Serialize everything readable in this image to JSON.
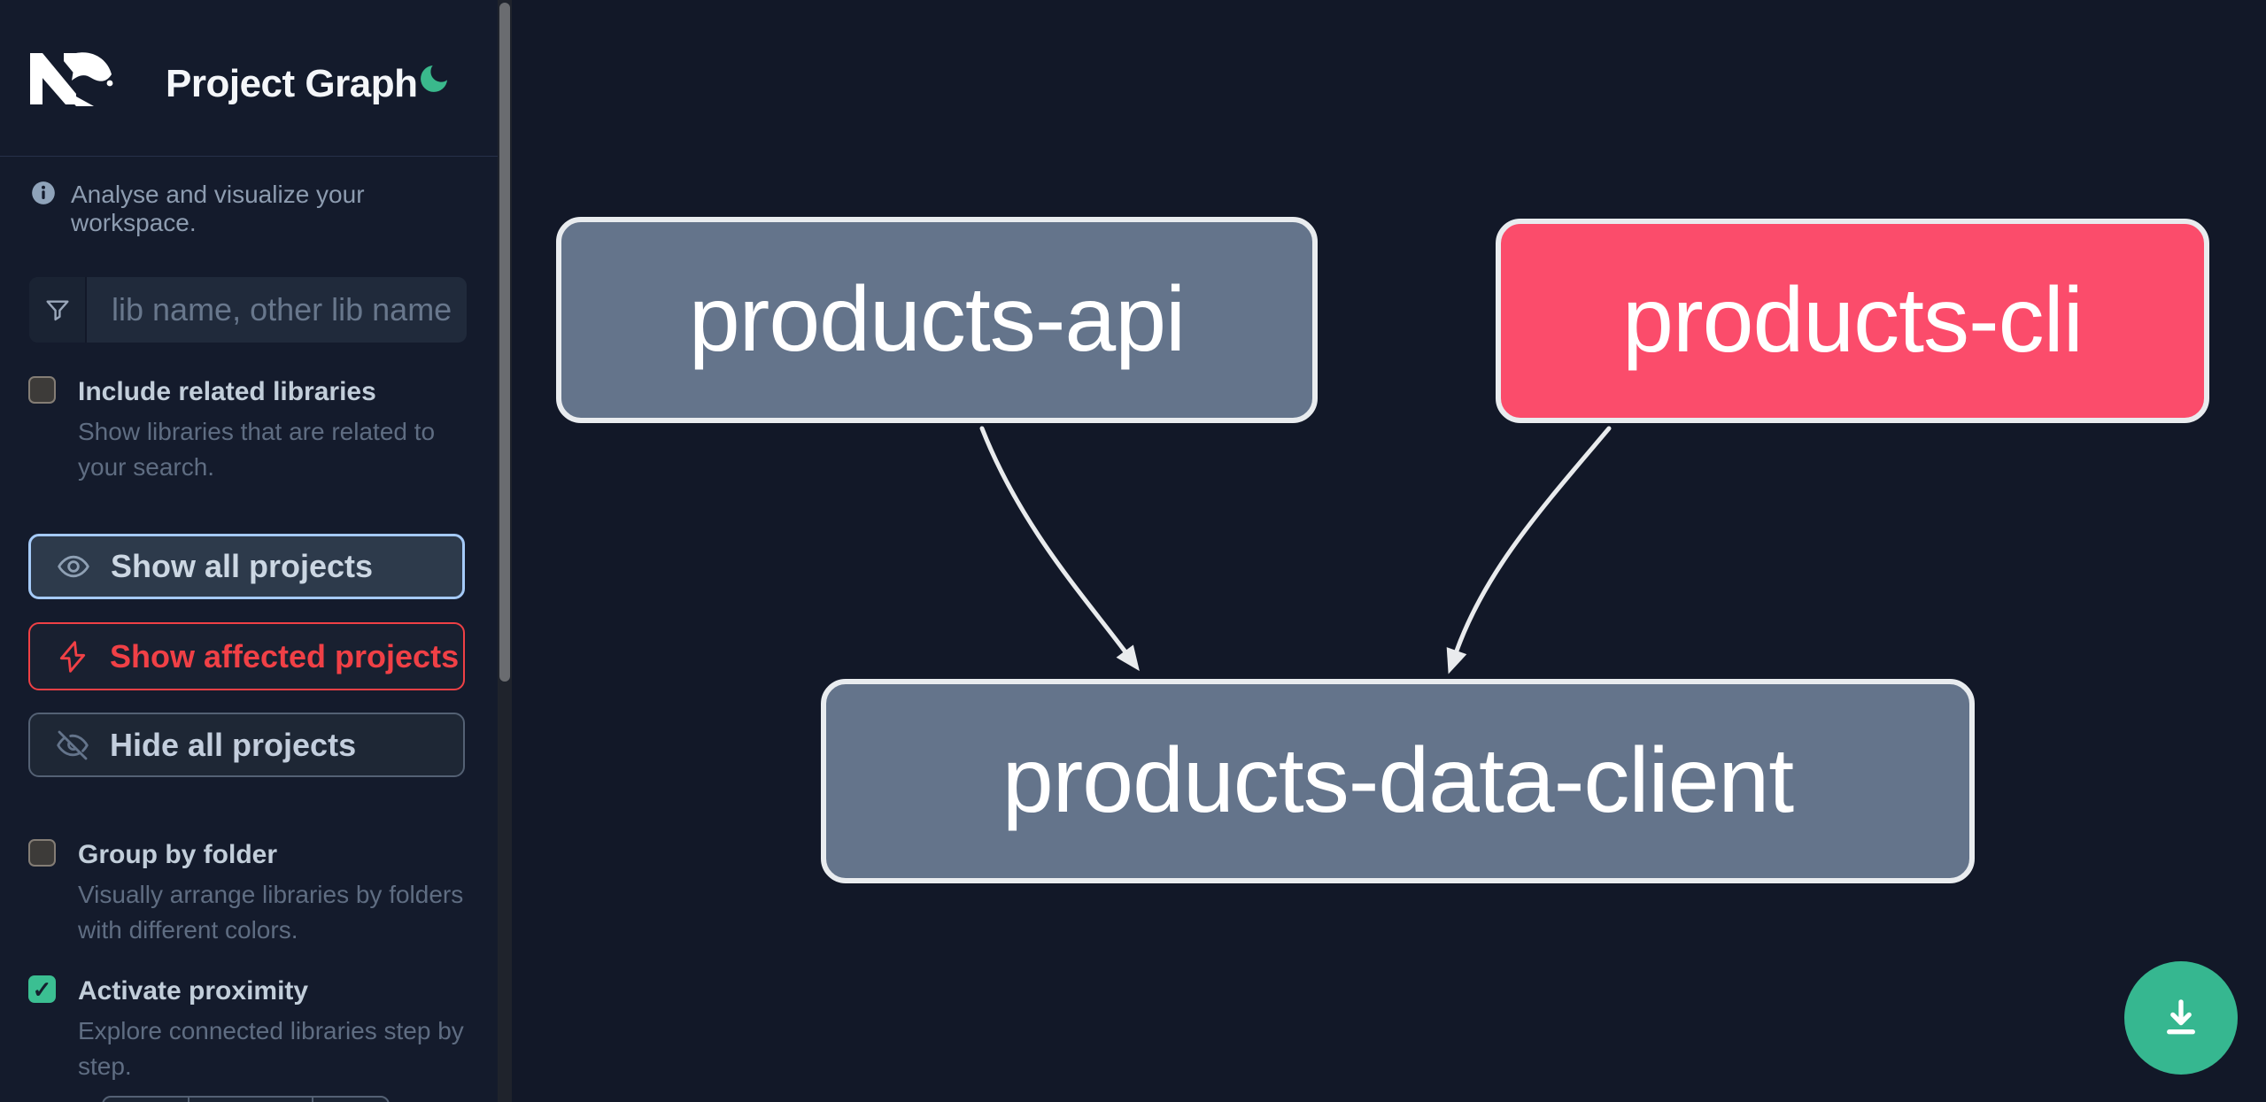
{
  "header": {
    "app_name": "Nx",
    "title": "Project Graph",
    "theme_toggle_icon": "moon-icon"
  },
  "sidebar": {
    "tagline": "Analyse and visualize your workspace.",
    "tagline_icon": "info-icon",
    "search": {
      "placeholder": "lib name, other lib name",
      "icon": "filter-funnel-icon"
    },
    "toggles": [
      {
        "label": "Include related libraries",
        "description": "Show libraries that are related to your search.",
        "checked": false
      },
      {
        "label": "Group by folder",
        "description": "Visually arrange libraries by folders with different colors.",
        "checked": false
      },
      {
        "label": "Activate proximity",
        "description": "Explore connected libraries step by step.",
        "checked": true
      }
    ],
    "actions": [
      {
        "label": "Show all projects",
        "icon": "eye-icon",
        "state": "selected"
      },
      {
        "label": "Show affected projects",
        "icon": "bolt-icon",
        "state": "affected"
      },
      {
        "label": "Hide all projects",
        "icon": "eye-off-icon",
        "state": "default"
      }
    ]
  },
  "graph": {
    "nodes": [
      {
        "label": "products-api",
        "status": "normal"
      },
      {
        "label": "products-cli",
        "status": "affected"
      },
      {
        "label": "products-data-client",
        "status": "normal"
      }
    ],
    "edges": [
      {
        "source": "products-api",
        "target": "products-data-client"
      },
      {
        "source": "products-cli",
        "target": "products-data-client"
      }
    ]
  },
  "fab": {
    "icon": "download-icon"
  },
  "colors": {
    "sidebar_bg": "#141b2c",
    "canvas_bg": "#121828",
    "accent_green": "#36b790",
    "affected_node_fill": "#fb4c6b",
    "affected_red": "#ef4045",
    "selected_border_blue": "#a5caf8",
    "node_gray": "#64748b",
    "node_border": "#e9ecef",
    "edge": "#e9ebed"
  }
}
